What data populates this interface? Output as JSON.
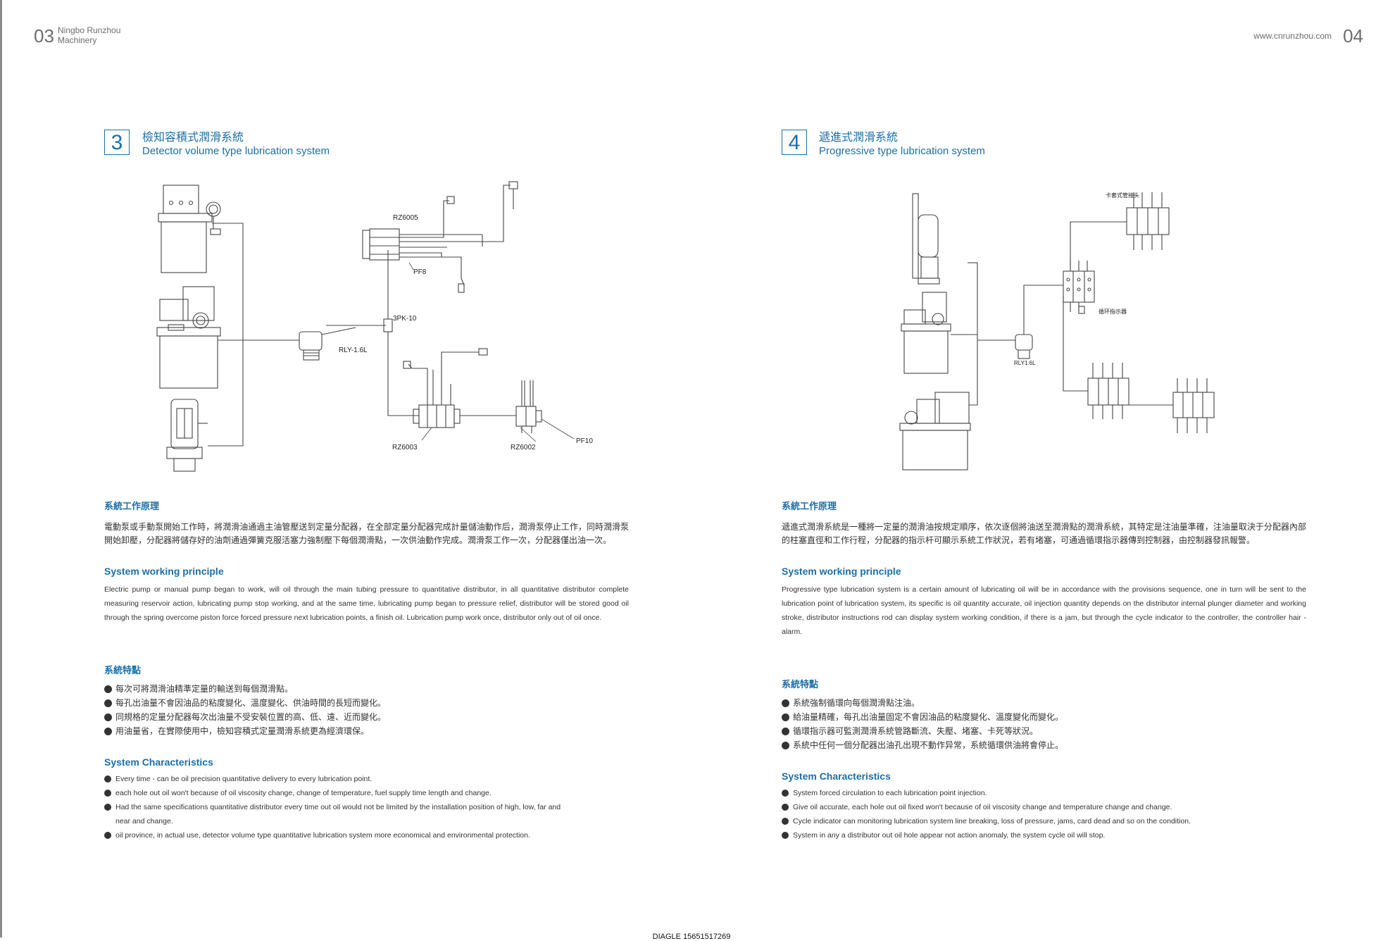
{
  "header": {
    "left_page_number": "03",
    "brand_line1": "Ningbo Runzhou",
    "brand_line2": "Machinery",
    "website": "www.cnrunzhou.com",
    "right_page_number": "04"
  },
  "left": {
    "section_number": "3",
    "title_zh": "檢知容積式潤滑系統",
    "title_en": "Detector volume type lubrication system",
    "diagram_labels": {
      "rz6005": "RZ6005",
      "pf8": "PF8",
      "pk10": "3PK-10",
      "rly": "RLY-1.6L",
      "rz6003": "RZ6003",
      "rz6002": "RZ6002",
      "pf10": "PF10"
    },
    "principle_heading_zh": "系統工作原理",
    "principle_zh": "電動泵或手動泵開始工作時，將潤滑油通過主油管壓送到定量分配器，在全部定量分配器完成計量儲油動作后，潤滑泵停止工作，同時潤滑泵開始卸壓，分配器將儲存好的油劑通過彈簧克服活塞力強制壓下每個潤滑點，一次供油動作完成。潤滑泵工作一次，分配器僅出油一次。",
    "principle_heading_en": "System working principle",
    "principle_en": "Electric pump or manual pump began to work, will oil through the main tubing pressure to quantitative distributor, in all quantitative distributor complete measuring reservoir action, lubricating pump stop working, and at the same time, lubricating pump began to pressure relief, distributor will be stored good oil through the spring overcome piston force forced pressure next lubrication points, a finish oil. Lubrication pump work once, distributor only out of oil once.",
    "features_heading_zh": "系統特點",
    "features_zh": [
      "每次可將潤滑油精準定量的輸送到每個潤滑點。",
      "每孔出油量不會因油品的粘度變化、溫度變化、供油時間的長短而變化。",
      "同規格的定量分配器每次出油量不受安裝位置的高、低、遠、近而變化。",
      "用油量省，在實際使用中，檢知容積式定量潤滑系統更為經濟環保。"
    ],
    "features_heading_en": "System Characteristics",
    "features_en": [
      "Every time - can be oil precision quantitative delivery to every lubrication point.",
      "each hole out oil won't because of oil viscosity change, change of temperature, fuel supply time length and change.",
      "Had the same specifications quantitative distributor every time out oil would not be limited by the installation position of high, low, far and near and change.",
      "oil province, in actual use, detector volume type quantitative lubrication system more economical and environmental protection."
    ]
  },
  "right": {
    "section_number": "4",
    "title_zh": "遞進式潤滑系統",
    "title_en": "Progressive type lubrication system",
    "diagram_labels": {
      "connector": "卡套式管接头",
      "indicator": "循环指示器",
      "rly": "RLY1.6L"
    },
    "principle_heading_zh": "系統工作原理",
    "principle_zh": "遞進式潤滑系統是一種將一定量的潤滑油按規定順序，依次逐個將油送至潤滑點的潤滑系統，其特定是注油量準確，注油量取決于分配器內部的柱塞直徑和工作行程，分配器的指示杆可顯示系統工作狀況，若有堵塞，可通過循環指示器傳到控制器，由控制器發訊報警。",
    "principle_heading_en": "System working principle",
    "principle_en": "Progressive type lubrication system is a certain amount of lubricating oil will be in accordance with the provisions sequence, one in turn will be sent to the lubrication point of lubrication system, its specific is oil quantity accurate, oil injection quantity depends on the distributor internal plunger diameter and working stroke, distributor instructions rod can display system working condition, if there is a jam, but through the cycle indicator to the controller, the controller hair - alarm.",
    "features_heading_zh": "系統特點",
    "features_zh": [
      "系統強制循環向每個潤滑點注油。",
      "給油量精確，每孔出油量固定不會因油品的粘度變化、溫度變化而變化。",
      "循環指示器可監測潤滑系統管路斷流、失壓、堵塞、卡死等狀況。",
      "系統中任何一個分配器出油孔出現不動作异常，系統循環供油將會停止。"
    ],
    "features_heading_en": "System Characteristics",
    "features_en": [
      "System forced circulation to each lubrication point injection.",
      "Give oil accurate, each hole out oil fixed won't because of oil viscosity change and temperature change and change.",
      "Cycle indicator can monitoring lubrication system line breaking, loss of pressure, jams, card dead and so on the condition.",
      "System in any a distributor out oil hole appear not action anomaly, the system cycle oil will stop."
    ]
  },
  "footer": {
    "text": "DIAGLE 15651517269"
  },
  "colors": {
    "accent": "#1c6fa8",
    "text": "#333333",
    "muted": "#6d6d6d"
  }
}
